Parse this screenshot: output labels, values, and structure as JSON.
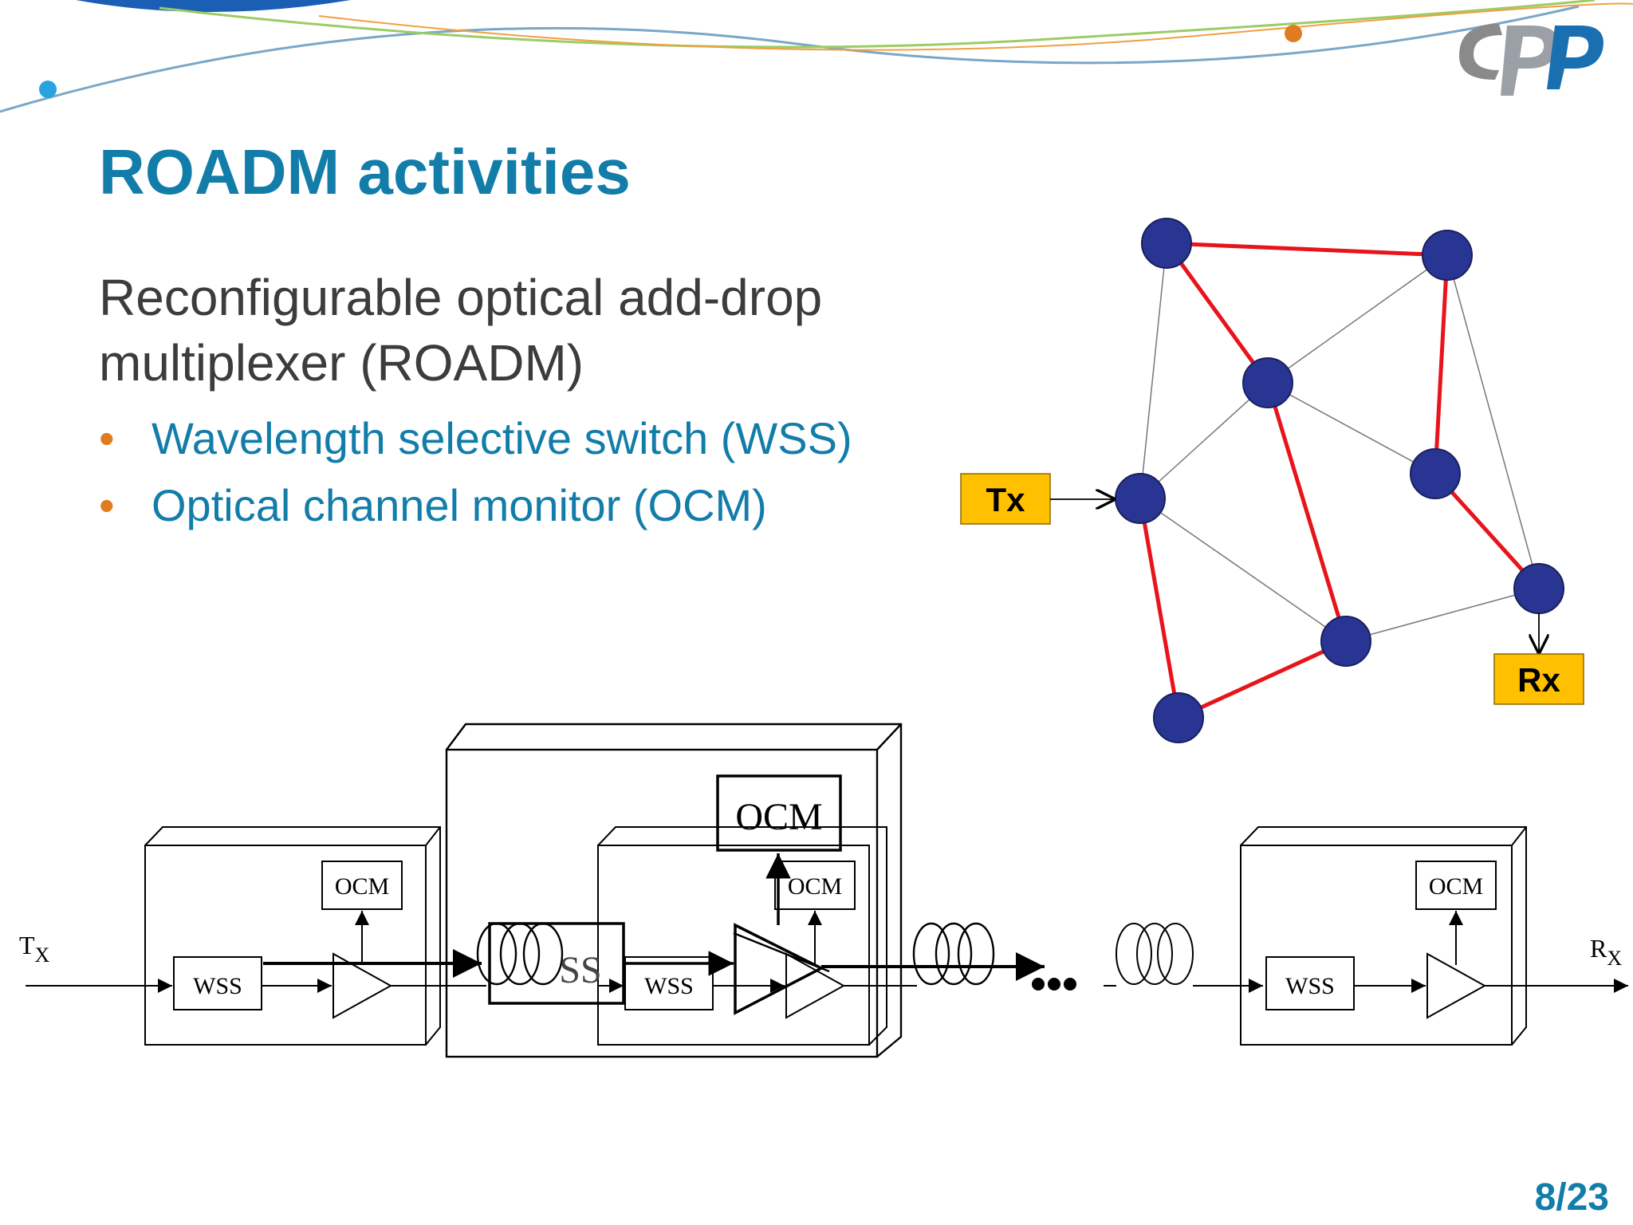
{
  "slide": {
    "title": "ROADM activities",
    "subtitle": "Reconfigurable optical add-drop multiplexer (ROADM)",
    "bullets": [
      "Wavelength selective switch (WSS)",
      "Optical channel monitor (OCM)"
    ],
    "page_number": "8/23"
  },
  "network": {
    "tx_label": "Tx",
    "rx_label": "Rx",
    "node_color": "#283593",
    "path_color": "#e8141b",
    "box_color": "#ffc000"
  },
  "block_diagram": {
    "tx_label": "T",
    "tx_sub": "X",
    "rx_label": "R",
    "rx_sub": "X",
    "wss_label": "WSS",
    "ocm_label": "OCM",
    "ss_label": "SS",
    "ocm_big_label": "OCM"
  },
  "colors": {
    "title": "#127da9",
    "bullet_marker": "#e07b20",
    "body_text": "#3c3c3c"
  }
}
